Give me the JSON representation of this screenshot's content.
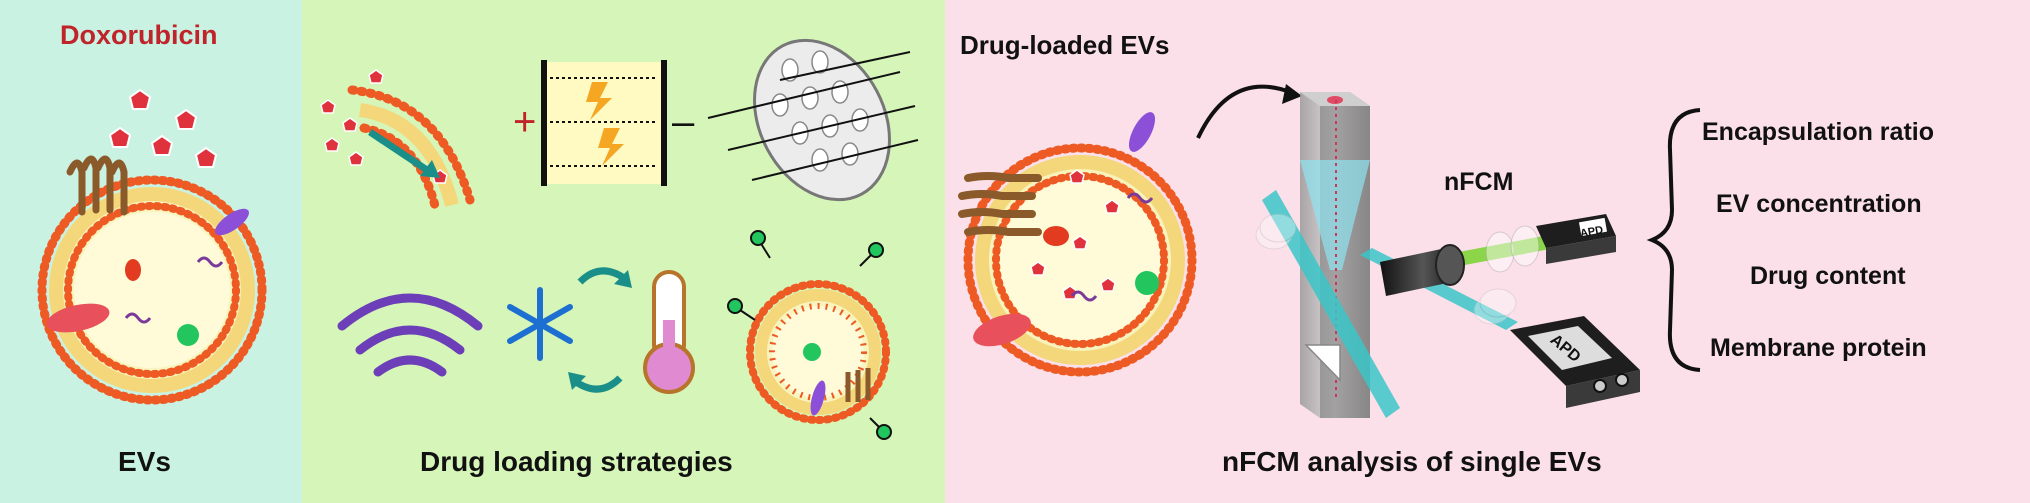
{
  "panels": {
    "evs": {
      "title": "EVs",
      "drug_name": "Doxorubicin",
      "bg": "#c9f2e2"
    },
    "loading": {
      "title": "Drug loading strategies",
      "plus": "+",
      "minus": "–",
      "bg": "#d6f5b8"
    },
    "analysis": {
      "title": "nFCM analysis of single EVs",
      "drug_loaded": "Drug-loaded EVs",
      "instrument": "nFCM",
      "detector_label": "APD",
      "bg": "#fbe0ea",
      "outputs": [
        "Encapsulation ratio",
        "EV concentration",
        "Drug content",
        "Membrane protein"
      ]
    }
  },
  "colors": {
    "drug": "#e0323c",
    "lipid": "#ee5a24",
    "tail": "#f4d77a",
    "arrow_teal": "#1a8f8a",
    "purple": "#6c3fb8",
    "laser": "#3cc6c8"
  }
}
